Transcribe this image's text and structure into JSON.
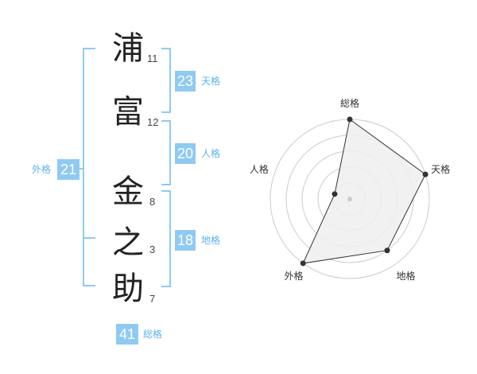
{
  "name_chars": [
    {
      "char": "浦",
      "strokes": "11"
    },
    {
      "char": "富",
      "strokes": "12"
    },
    {
      "char": "金",
      "strokes": "8"
    },
    {
      "char": "之",
      "strokes": "3"
    },
    {
      "char": "助",
      "strokes": "7"
    }
  ],
  "fortune": {
    "tenkaku": {
      "value": "23",
      "label": "天格"
    },
    "jinkaku": {
      "value": "20",
      "label": "人格"
    },
    "chikaku": {
      "value": "18",
      "label": "地格"
    },
    "gaikaku": {
      "value": "21",
      "label": "外格"
    },
    "soukaku": {
      "value": "41",
      "label": "総格"
    }
  },
  "chart_data": {
    "type": "radar",
    "axes": [
      "総格",
      "天格",
      "地格",
      "外格",
      "人格"
    ],
    "values": [
      5,
      5,
      4,
      5,
      1
    ],
    "max": 5,
    "rings": 5,
    "colors": {
      "fill": "#efefef",
      "line": "#333333",
      "grid": "#cccccc",
      "point": "#333333"
    }
  },
  "colors": {
    "accent": "#8fcaf3",
    "accent_text": "#5cb3ee"
  }
}
